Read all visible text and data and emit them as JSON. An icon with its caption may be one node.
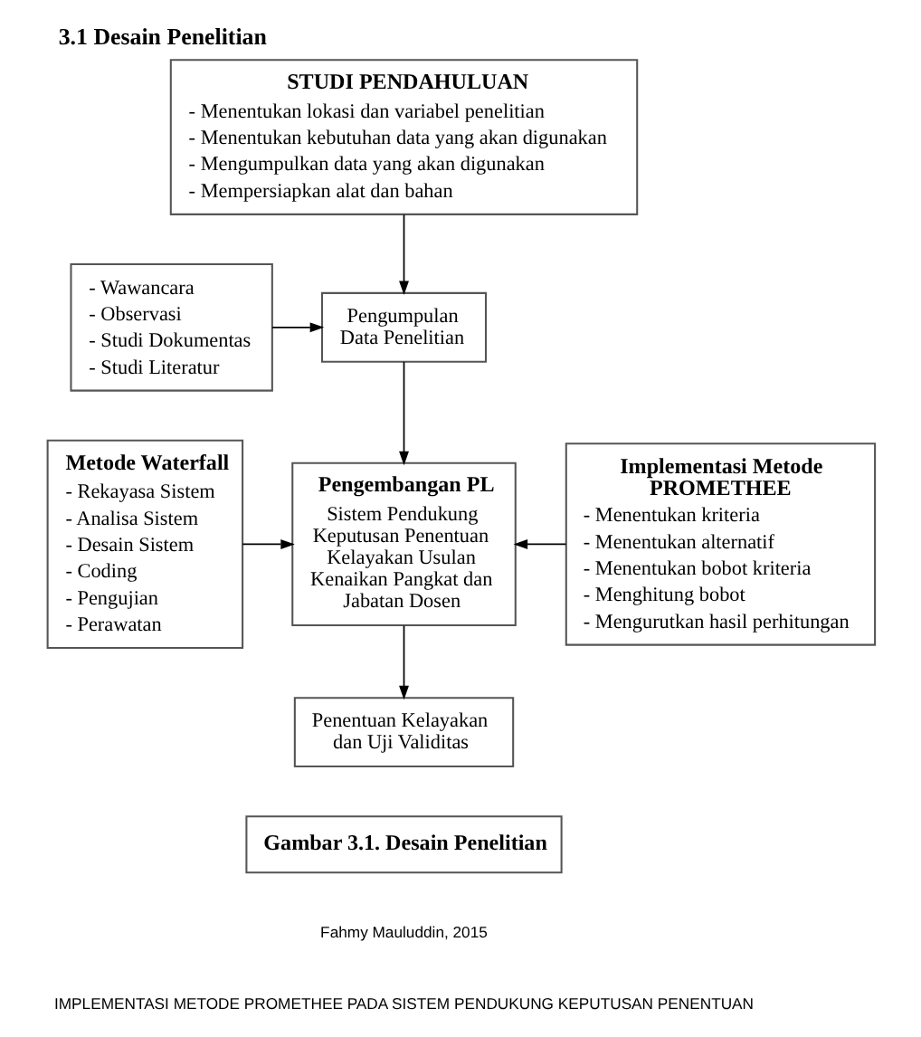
{
  "diagram": {
    "title": "3.1 Desain Penelitian",
    "nodes": [
      {
        "text": [
          "STUDI PENDAHULUAN",
          "- Menentukan lokasi dan variabel penelitian",
          "- Menentukan kebutuhan data yang akan digunakan",
          "- Mengumpulkan data yang akan digunakan",
          "- Mempersiapkan alat dan bahan"
        ]
      },
      {
        "text": [
          "- Wawancara",
          "- Observasi",
          "- Studi Dokumentas",
          "- Studi Literatur"
        ]
      },
      {
        "text": [
          "Pengumpulan Data Penelitian"
        ]
      },
      {
        "text": [
          "Metode Waterfall",
          "- Rekayasa Sistem",
          "- Analisa Sistem",
          "- Desain Sistem",
          "- Coding",
          "- Pengujian",
          "- Perawatan"
        ]
      },
      {
        "text": [
          "Pengembangan PL",
          "Sistem Pendukung Keputusan Penentuan Kelayakan Usulan Kenaikan Pangkat dan Jabatan Dosen"
        ]
      },
      {
        "text": [
          "Implementasi Metode PROMETHEE",
          "- Menentukan kriteria",
          "- Menentukan alternatif",
          "- Menentukan bobot kriteria",
          "- Menghitung bobot",
          "- Mengurutkan hasil perhitungan"
        ]
      },
      {
        "text": [
          "Penentuan Kelayakan dan Uji Validitas"
        ]
      },
      {
        "text": [
          "Gambar 3.1. Desain Penelitian"
        ]
      }
    ],
    "edges": [
      {
        "from": 0,
        "to": 2,
        "arrow": "to"
      },
      {
        "from": 1,
        "to": 2,
        "arrow": "to"
      },
      {
        "from": 2,
        "to": 4,
        "arrow": "to"
      },
      {
        "from": 3,
        "to": 4,
        "arrow": "to"
      },
      {
        "from": 5,
        "to": 4,
        "arrow": "to"
      },
      {
        "from": 4,
        "to": 6,
        "arrow": "to"
      }
    ],
    "labels": [
      "Fahmy Mauluddin, 2015",
      "IMPLEMENTASI METODE PROMETHEE PADA SISTEM PENDUKUNG KEPUTUSAN PENENTUAN"
    ]
  }
}
